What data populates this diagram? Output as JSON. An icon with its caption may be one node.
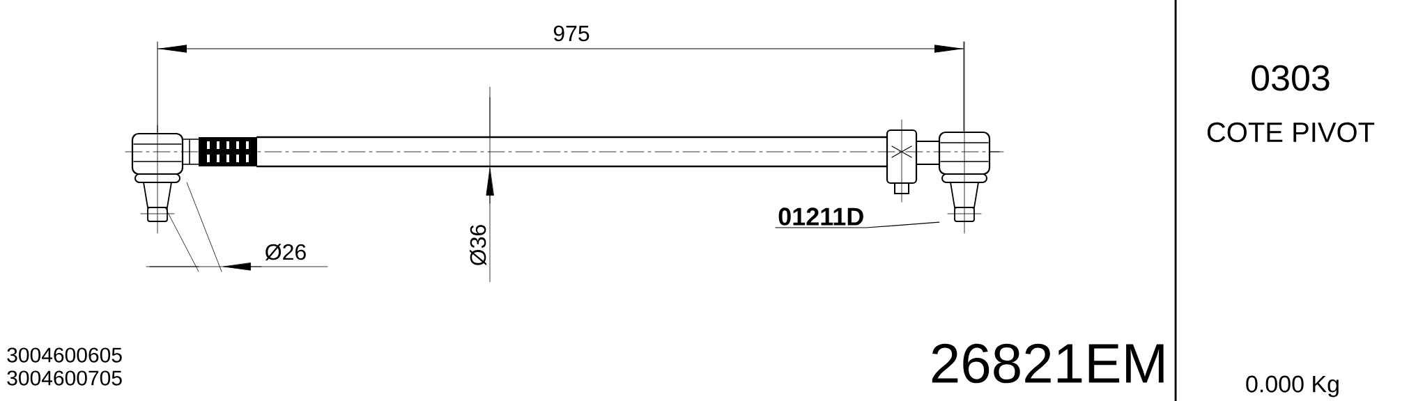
{
  "diagram": {
    "nodes": [
      {
        "text": [
          "01211D"
        ]
      },
      {
        "text": [],
        "shape": "picture"
      }
    ],
    "edges": [
      {
        "from": 0,
        "to": 1,
        "arrow": "none"
      }
    ],
    "labels": [
      "975",
      "Ø26",
      "Ø36",
      "0303",
      "COTE PIVOT",
      "3004600605",
      "3004600705",
      "26821EM",
      "0.000 Kg"
    ]
  }
}
